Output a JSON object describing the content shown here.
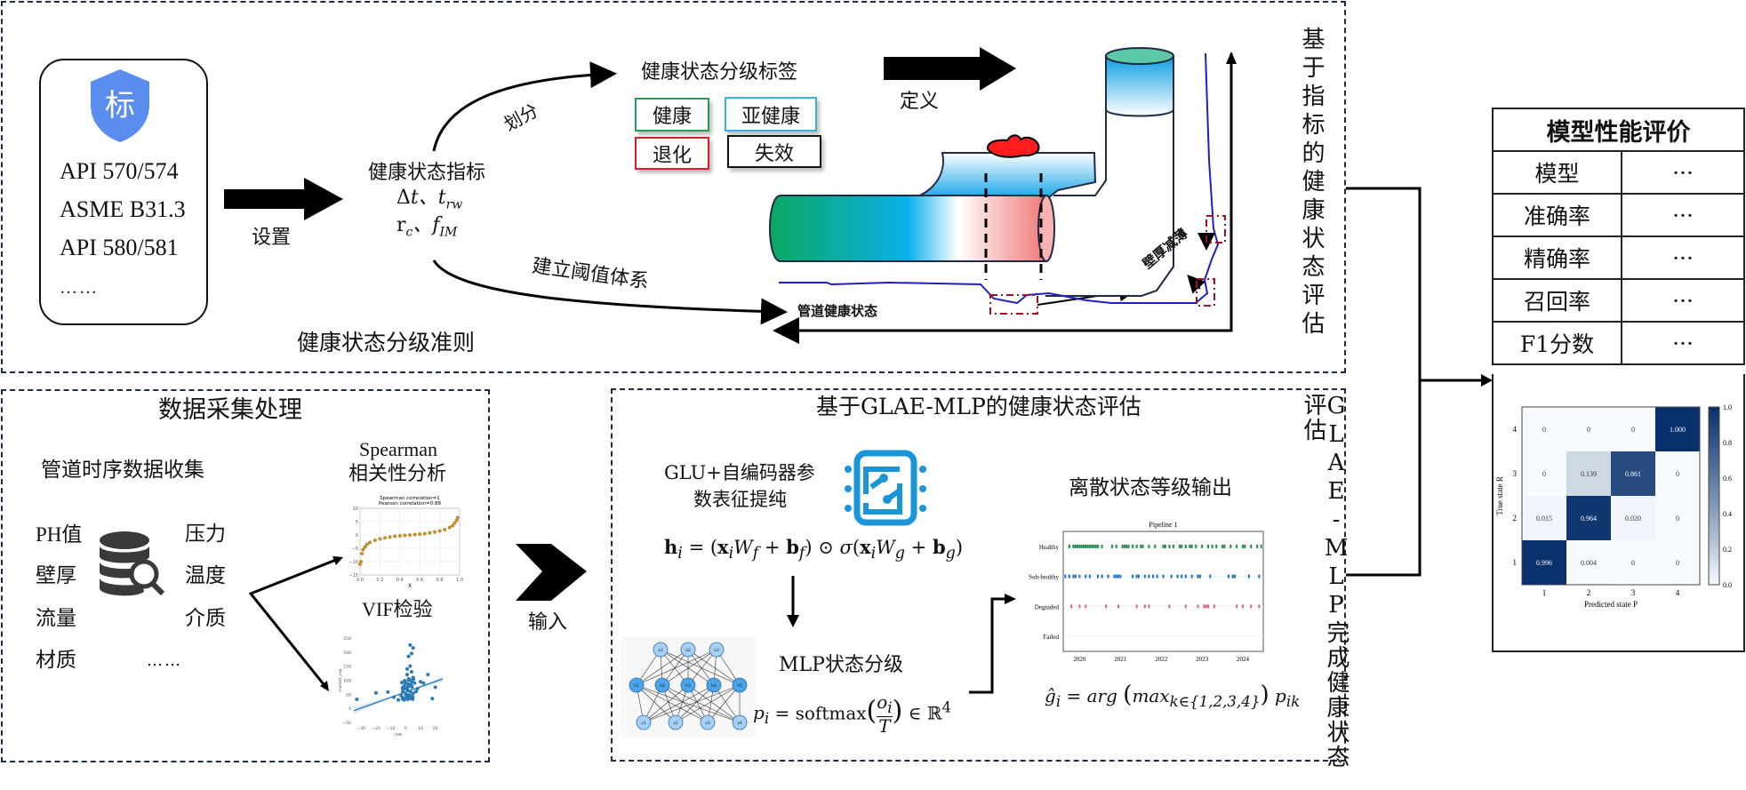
{
  "top_panel": {
    "title": "健康状态分级准则",
    "side_label": "基于指标的健康状态评估",
    "standards": [
      "API 570/574",
      "ASME B31.3",
      "API 580/581",
      "……"
    ],
    "standards_badge": "标",
    "set_label": "设置",
    "indicators_title": "健康状态指标",
    "indicators_line1": "Δt、t_rw",
    "indicators_line2": "r_c、f_IM",
    "divide_label": "划分",
    "threshold_label": "建立阈值体系",
    "grading_title": "健康状态分级标签",
    "grades": [
      {
        "label": "健康",
        "color": "#22a05a"
      },
      {
        "label": "亚健康",
        "color": "#35b3e0"
      },
      {
        "label": "退化",
        "color": "#d21f2a"
      },
      {
        "label": "失效",
        "color": "#111111"
      }
    ],
    "define_label": "定义",
    "pipeline_health_label": "管道健康状态",
    "wall_thinning_label": "壁厚减薄"
  },
  "data_panel": {
    "title": "数据采集处理",
    "subtitle": "管道时序数据收集",
    "left_vars": [
      "PH值",
      "壁厚",
      "流量",
      "材质"
    ],
    "right_vars": [
      "压力",
      "温度",
      "介质",
      "……"
    ],
    "spearman_title_1": "Spearman",
    "spearman_title_2": "相关性分析",
    "spearman_plot_title_1": "Spearman correlation=1",
    "spearman_plot_title_2": "Pearson correlation=0.88",
    "spearman_xticks": [
      "0.0",
      "0.2",
      "0.4",
      "0.6",
      "0.8",
      "1.0"
    ],
    "spearman_yticks": [
      "10",
      "5",
      "0",
      "−5",
      "−10",
      "−15"
    ],
    "spearman_xlabel": "X",
    "vif_title": "VIF检验",
    "vif_xticks": [
      "−30",
      "−20",
      "−10",
      "0",
      "10",
      "20"
    ],
    "vif_yticks": [
      "250",
      "200",
      "150",
      "100",
      "50",
      "0",
      "−50"
    ],
    "vif_xlabel": "roe",
    "vif_ylabel": "market_cap"
  },
  "input_label": "输入",
  "model_panel": {
    "title": "基于GLAE-MLP的健康状态评估",
    "side_label": "GLAE-MLP完成健康状态评估",
    "glu_label_1": "GLU+自编码器参",
    "glu_label_2": "数表征提纯",
    "glu_formula": "hᵢ = (xᵢW_f + b_f) ⊙ σ(xᵢW_g + b_g)",
    "mlp_label": "MLP状态分级",
    "mlp_formula": "pᵢ = softmax(oᵢ/T) ∈ ℝ⁴",
    "output_label": "离散状态等级输出",
    "output_formula": "ĝᵢ = arg (max k∈{1,2,3,4}) p_ik",
    "mlp_nodes": {
      "output": [
        "o1",
        "o2",
        "o3"
      ],
      "hidden": [
        "h1",
        "h2",
        "h3",
        "h4",
        "h5"
      ],
      "input": [
        "x1",
        "x2",
        "x3",
        "x4"
      ]
    }
  },
  "perf_table": {
    "title": "模型性能评价",
    "rows": [
      {
        "metric": "模型",
        "value": "···"
      },
      {
        "metric": "准确率",
        "value": "···"
      },
      {
        "metric": "精确率",
        "value": "···"
      },
      {
        "metric": "召回率",
        "value": "···"
      },
      {
        "metric": "F1分数",
        "value": "···"
      }
    ]
  },
  "chart_data": [
    {
      "type": "heatmap",
      "title": "",
      "xlabel": "Predicted state P",
      "ylabel": "True state R",
      "x_categories": [
        "1",
        "2",
        "3",
        "4"
      ],
      "y_categories": [
        "1",
        "2",
        "3",
        "4"
      ],
      "values": [
        [
          0.996,
          0.004,
          0,
          0
        ],
        [
          0.015,
          0.964,
          0.02,
          0
        ],
        [
          0,
          0.139,
          0.861,
          0
        ],
        [
          0,
          0,
          0,
          1.0
        ]
      ],
      "labels": [
        [
          "0.996",
          "0.004",
          "0",
          "0"
        ],
        [
          "0.015",
          "0.964",
          "0.020",
          "0"
        ],
        [
          "0",
          "0.139",
          "0.861",
          "0"
        ],
        [
          "0",
          "0",
          "0",
          "1.000"
        ]
      ],
      "colorbar_range": [
        0.0,
        1.0
      ],
      "colorbar_ticks": [
        "0.0",
        "0.2",
        "0.4",
        "0.6",
        "0.8",
        "1.0"
      ],
      "colormap": "Blues"
    },
    {
      "type": "scatter",
      "title": "Pipeline 1",
      "xlabel": "",
      "ylabel": "",
      "x_ticks": [
        "2020",
        "2021",
        "2022",
        "2023",
        "2024"
      ],
      "xlim": [
        2019.6,
        2024.5
      ],
      "y_categories": [
        "Failed",
        "Degraded",
        "Sub-healthy",
        "Healthy"
      ],
      "series": [
        {
          "name": "Healthy",
          "color": "#1a8a4a",
          "x": [
            2019.75,
            2019.85,
            2019.9,
            2019.95,
            2020.0,
            2020.05,
            2020.1,
            2020.15,
            2020.2,
            2020.25,
            2020.3,
            2020.35,
            2020.4,
            2020.45,
            2020.55,
            2020.8,
            2020.9,
            2021.05,
            2021.1,
            2021.15,
            2021.2,
            2021.3,
            2021.4,
            2021.5,
            2021.55,
            2021.7,
            2021.85,
            2022.05,
            2022.1,
            2022.2,
            2022.3,
            2022.45,
            2022.5,
            2022.6,
            2022.7,
            2022.75,
            2022.85,
            2023.0,
            2023.15,
            2023.25,
            2023.35,
            2023.5,
            2023.55,
            2023.7,
            2023.85,
            2024.0,
            2024.05,
            2024.2,
            2024.35,
            2024.45
          ]
        },
        {
          "name": "Sub-healthy",
          "color": "#1f6fc8",
          "x": [
            2019.65,
            2019.75,
            2019.85,
            2019.9,
            2020.0,
            2020.15,
            2020.25,
            2020.45,
            2020.55,
            2020.7,
            2020.85,
            2020.9,
            2020.95,
            2021.0,
            2021.3,
            2021.4,
            2021.45,
            2021.6,
            2021.7,
            2021.8,
            2021.9,
            2022.05,
            2022.25,
            2022.4,
            2022.5,
            2022.6,
            2022.75,
            2022.9,
            2022.95,
            2023.2,
            2023.65,
            2023.75,
            2023.8,
            2024.15,
            2024.4
          ]
        },
        {
          "name": "Degraded",
          "color": "#d6667e",
          "x": [
            2019.8,
            2020.0,
            2020.15,
            2020.65,
            2020.95,
            2021.4,
            2021.6,
            2021.7,
            2022.2,
            2022.6,
            2022.9,
            2023.05,
            2023.1,
            2023.15,
            2023.3,
            2023.85,
            2024.0,
            2024.2,
            2024.4
          ]
        },
        {
          "name": "Failed",
          "color": "#dddddd",
          "x": []
        }
      ]
    },
    {
      "type": "scatter",
      "title": "Spearman correlation=1 / Pearson correlation=0.88",
      "xlabel": "X",
      "ylabel": "",
      "xlim": [
        0.0,
        1.0
      ],
      "ylim": [
        -15,
        10
      ],
      "x": [
        0.0,
        0.01,
        0.02,
        0.03,
        0.05,
        0.07,
        0.1,
        0.15,
        0.2,
        0.25,
        0.3,
        0.35,
        0.4,
        0.45,
        0.5,
        0.55,
        0.6,
        0.65,
        0.7,
        0.75,
        0.8,
        0.85,
        0.9,
        0.93,
        0.95,
        0.97,
        0.98
      ],
      "y": [
        -11,
        -10,
        -7,
        -5.5,
        -4.5,
        -3.5,
        -2.8,
        -2,
        -1.5,
        -1.1,
        -0.8,
        -0.5,
        -0.3,
        -0.15,
        0,
        0.15,
        0.3,
        0.5,
        0.8,
        1.1,
        1.5,
        2,
        2.8,
        3.5,
        4.5,
        5.5,
        6.5
      ]
    },
    {
      "type": "scatter",
      "title": "",
      "xlabel": "roe",
      "ylabel": "market_cap",
      "xlim": [
        -35,
        25
      ],
      "ylim": [
        -50,
        250
      ],
      "x": [
        -33,
        -20,
        -12,
        -8,
        -5,
        -3,
        -2,
        -1,
        0,
        0,
        1,
        1,
        2,
        2,
        3,
        3,
        4,
        4,
        5,
        6,
        7,
        8,
        10,
        12,
        15,
        18,
        20,
        3,
        5,
        4,
        2,
        1,
        -1
      ],
      "y": [
        32,
        55,
        58,
        40,
        30,
        45,
        60,
        80,
        50,
        90,
        120,
        70,
        100,
        40,
        150,
        60,
        130,
        80,
        110,
        90,
        60,
        70,
        95,
        90,
        120,
        35,
        75,
        225,
        215,
        195,
        185,
        140,
        30
      ]
    }
  ]
}
